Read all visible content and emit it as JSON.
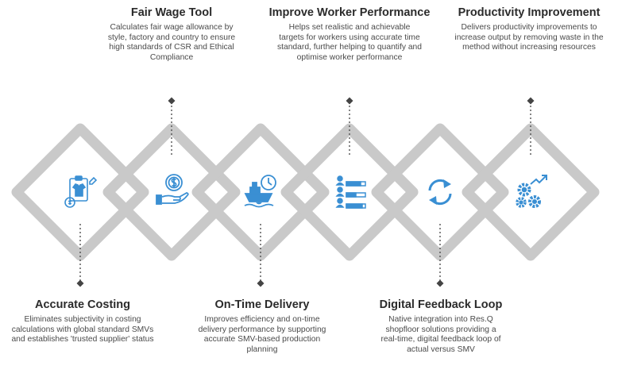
{
  "colors": {
    "diamond": "#c9c9c9",
    "icon": "#3a8fd3",
    "connector": "#444444"
  },
  "top_items": [
    {
      "title": "Fair Wage Tool",
      "desc": "Calculates fair wage allowance by style, factory and country to ensure high standards of CSR and Ethical Compliance",
      "icon": "hand-coin-icon"
    },
    {
      "title": "Improve Worker Performance",
      "desc": "Helps set realistic and achievable targets for workers using accurate time standard, further helping to quantify and optimise worker performance",
      "icon": "worker-bars-icon"
    },
    {
      "title": "Productivity Improvement",
      "desc": "Delivers productivity improvements to increase output by removing waste in the method without increasing resources",
      "icon": "gears-growth-icon"
    }
  ],
  "bottom_items": [
    {
      "title": "Accurate Costing",
      "desc": "Eliminates subjectivity in costing calculations with global standard SMVs and establishes 'trusted supplier' status",
      "icon": "clipboard-costing-icon"
    },
    {
      "title": "On-Time Delivery",
      "desc": "Improves efficiency and on-time delivery performance by supporting accurate SMV-based production planning",
      "icon": "ship-clock-icon"
    },
    {
      "title": "Digital Feedback Loop",
      "desc": "Native integration into Res.Q shopfloor solutions providing a real-time, digital feedback loop of actual versus SMV",
      "icon": "refresh-loop-icon"
    }
  ]
}
